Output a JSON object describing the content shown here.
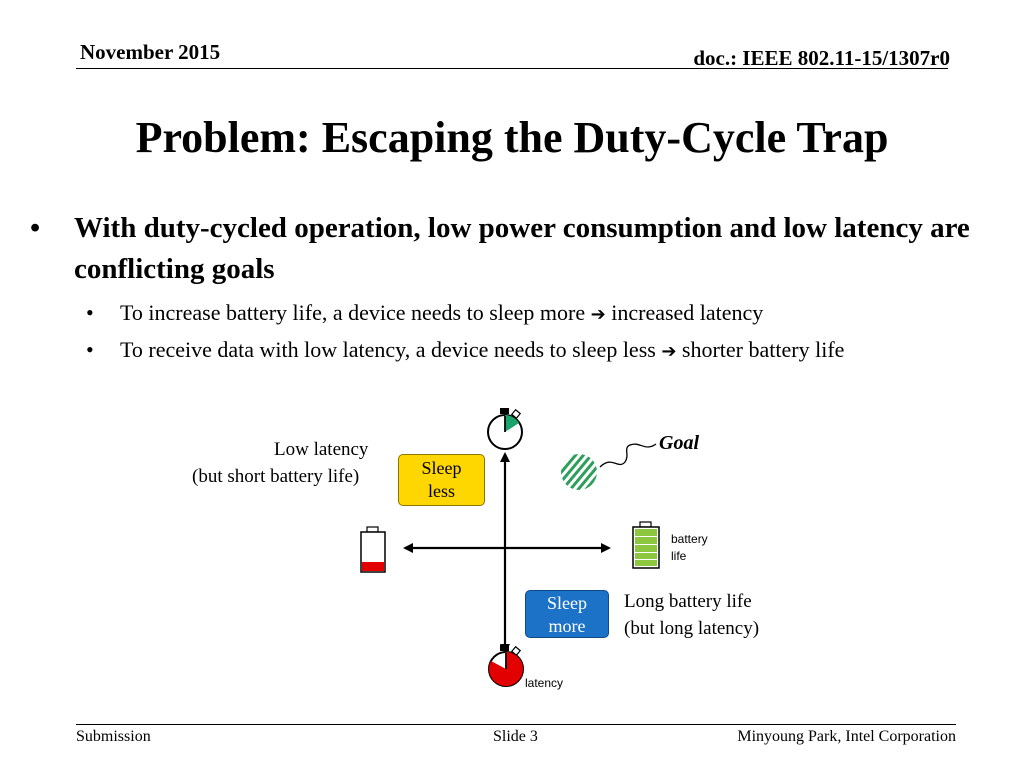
{
  "header": {
    "date": "November 2015",
    "doc_id": "doc.: IEEE 802.11-15/1307r0"
  },
  "title": "Problem: Escaping the Duty-Cycle Trap",
  "bullets": {
    "main": "With duty-cycled operation, low power consumption and low latency are conflicting goals",
    "sub1_before": "To increase battery life, a device needs to sleep more",
    "sub1_after": "increased latency",
    "sub2_before": "To receive data with low latency, a device needs to sleep less",
    "sub2_after": "shorter battery life",
    "bullet_char": "•",
    "arrow_char": "➔"
  },
  "diagram": {
    "low_latency_line1": "Low latency",
    "low_latency_line2": "(but short battery life)",
    "sleep_less_line1": "Sleep",
    "sleep_less_line2": "less",
    "goal": "Goal",
    "battery_line1": "battery",
    "battery_line2": "life",
    "sleep_more_line1": "Sleep",
    "sleep_more_line2": "more",
    "long_battery_line1": "Long battery life",
    "long_battery_line2": "(but long latency)",
    "latency": "latency",
    "colors": {
      "sleep_less_box": "#ffd700",
      "sleep_more_box": "#1b72c6",
      "battery_full": "#8dc63f",
      "battery_low": "#e30000",
      "goal_blob": "#2e9e5b",
      "timer_short": "#1aa36b",
      "timer_long": "#e30000"
    }
  },
  "footer": {
    "left": "Submission",
    "center": "Slide 3",
    "right": "Minyoung Park, Intel Corporation"
  }
}
